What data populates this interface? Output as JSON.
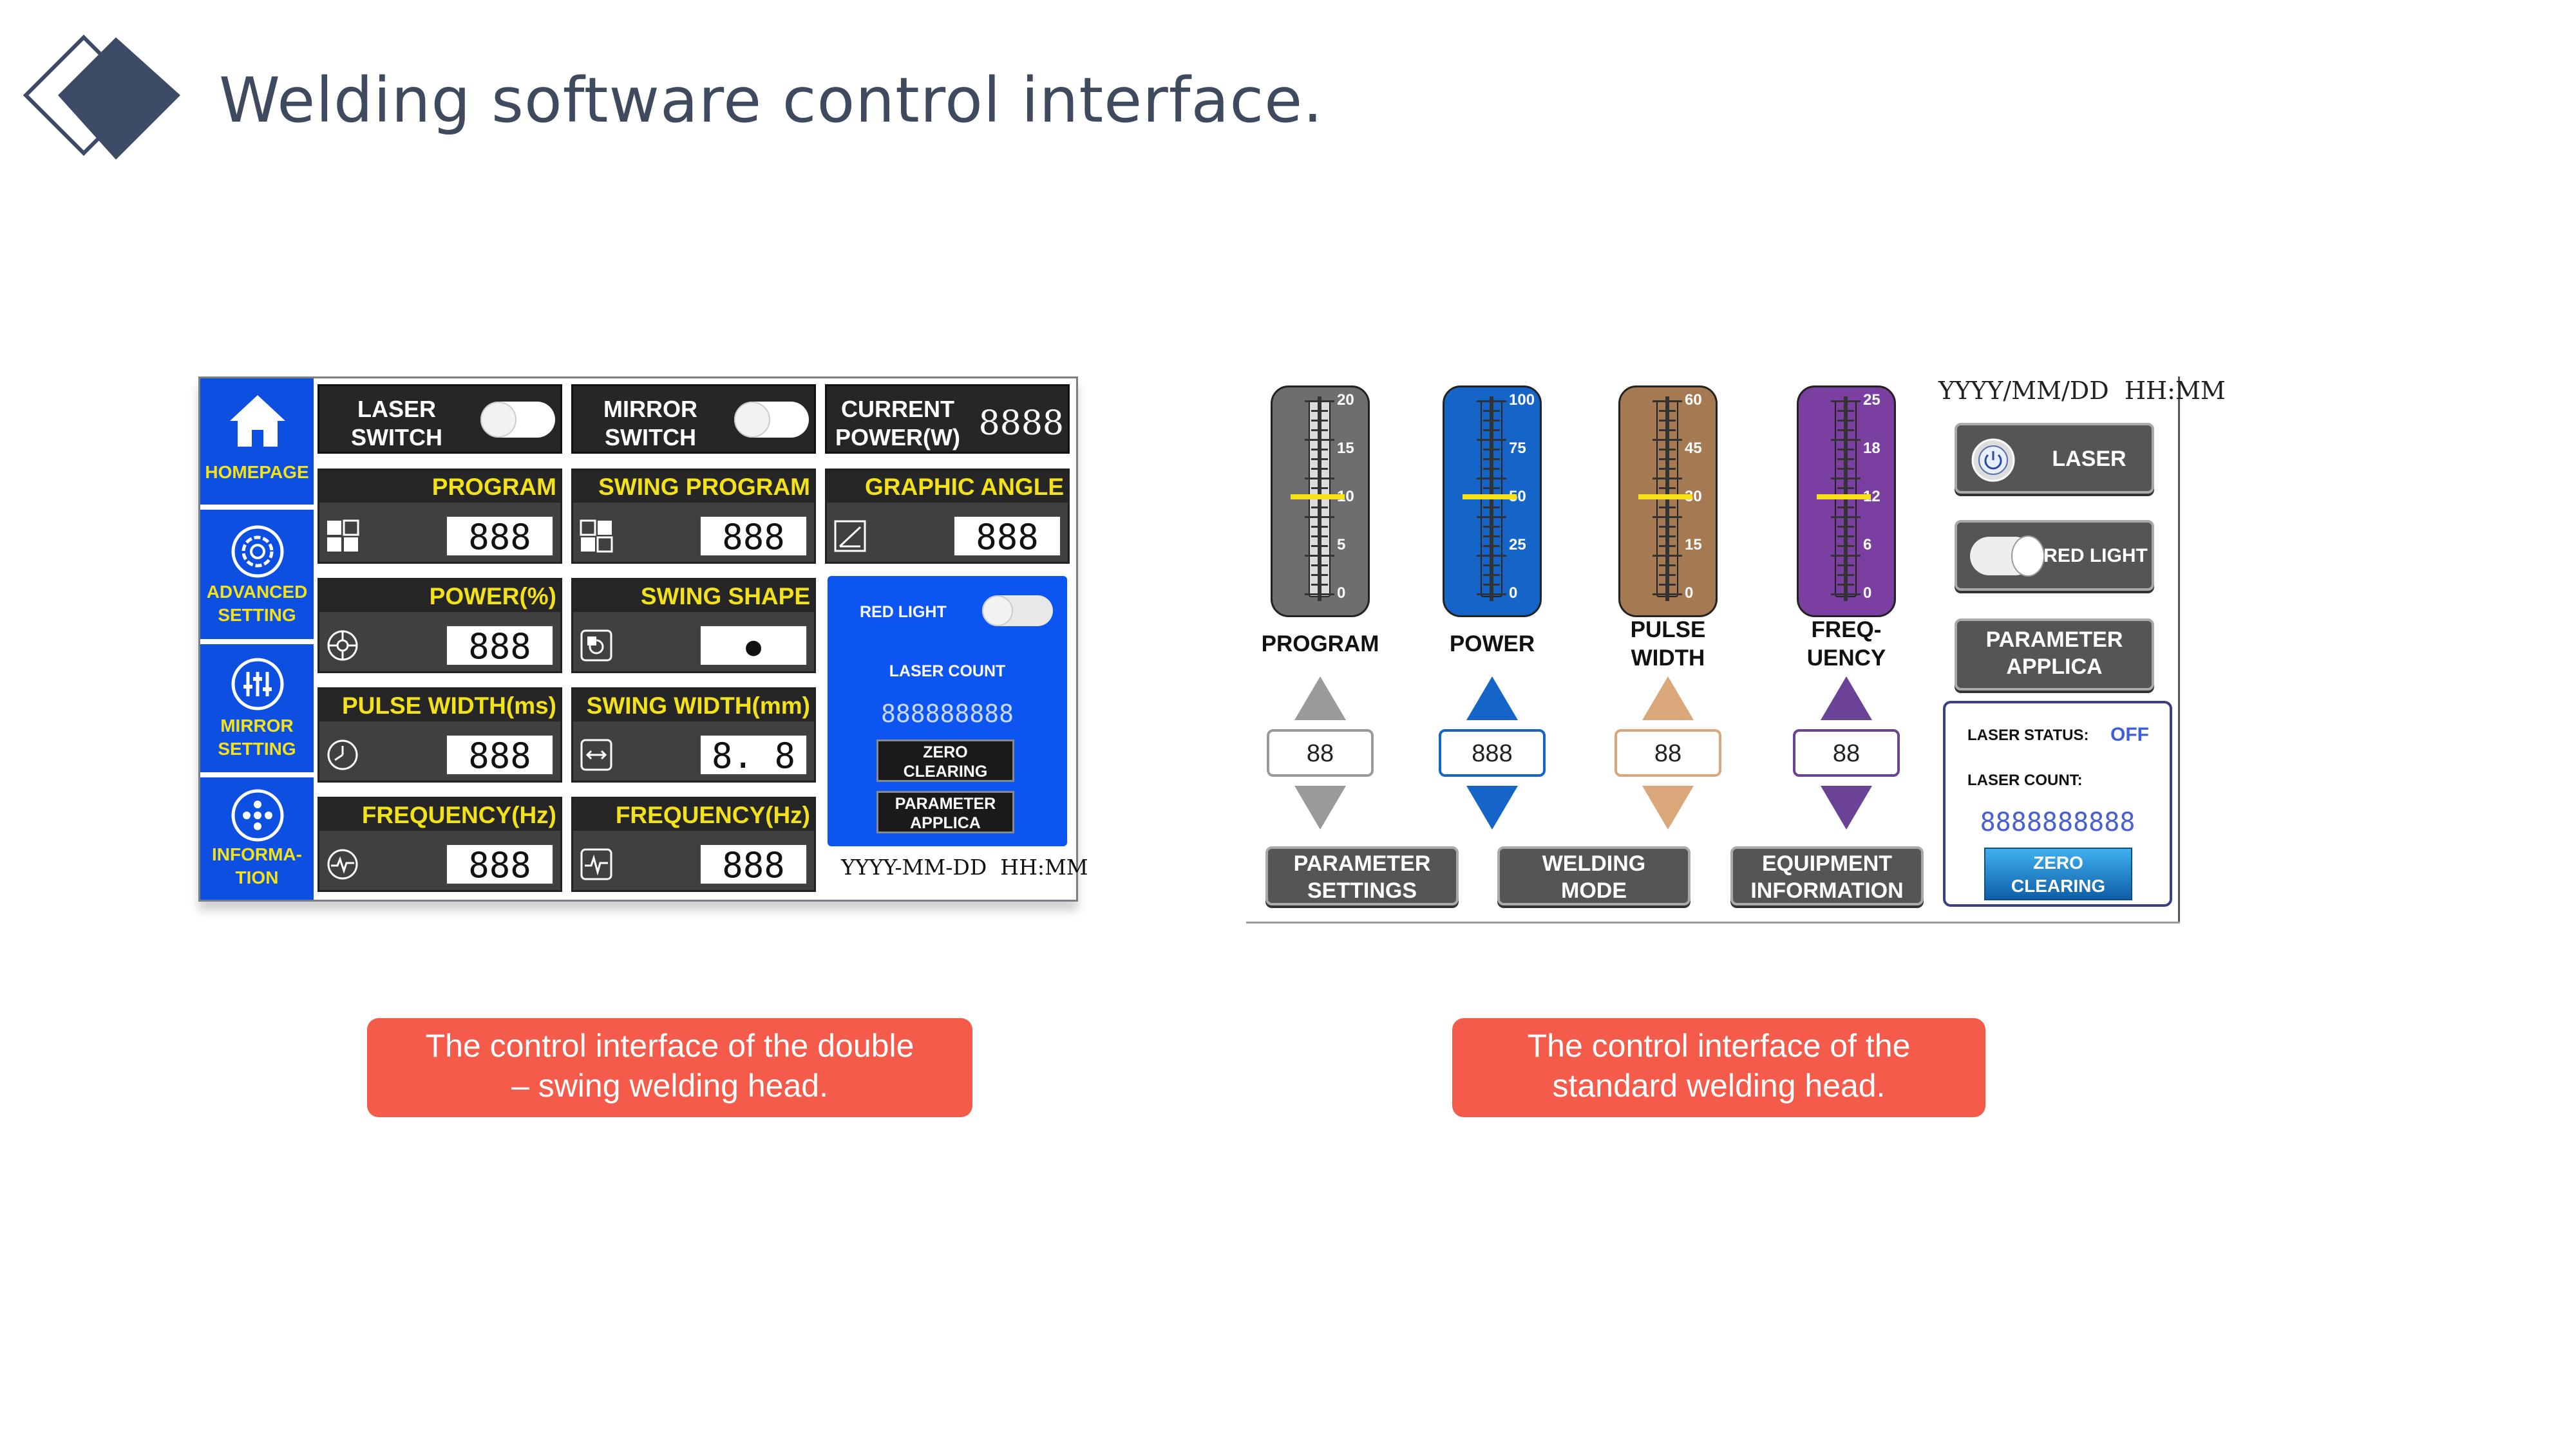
{
  "title": "Welding software control interface.",
  "left": {
    "sidebar": [
      {
        "label_1": "HOMEPAGE",
        "label_2": "",
        "icon": "home-icon"
      },
      {
        "label_1": "ADVANCED",
        "label_2": "SETTING",
        "icon": "gear-icon"
      },
      {
        "label_1": "MIRROR",
        "label_2": "SETTING",
        "icon": "sliders-icon"
      },
      {
        "label_1": "INFORMA-",
        "label_2": "TION",
        "icon": "info-dots-icon"
      }
    ],
    "laser_switch": {
      "line1": "LASER",
      "line2": "SWITCH"
    },
    "mirror_switch": {
      "line1": "MIRROR",
      "line2": "SWITCH"
    },
    "current_power": {
      "line1": "CURRENT",
      "line2": "POWER(W)",
      "value": "8888"
    },
    "tiles": {
      "program": {
        "label": "PROGRAM",
        "value": "888"
      },
      "swing_program": {
        "label": "SWING PROGRAM",
        "value": "888"
      },
      "graphic_angle": {
        "label": "GRAPHIC ANGLE",
        "value": "888"
      },
      "power": {
        "label": "POWER(%)",
        "value": "888"
      },
      "swing_shape": {
        "label": "SWING SHAPE",
        "value": "●"
      },
      "pulse_width": {
        "label": "PULSE WIDTH(ms)",
        "value": "888"
      },
      "swing_width": {
        "label": "SWING WIDTH(mm)",
        "value": "8. 8"
      },
      "frequency": {
        "label": "FREQUENCY(Hz)",
        "value": "888"
      },
      "swing_frequency": {
        "label": "FREQUENCY(Hz)",
        "value": "888"
      }
    },
    "blue_box": {
      "red_light": "RED LIGHT",
      "laser_count": "LASER COUNT",
      "count_value": "888888888",
      "zero_1": "ZERO",
      "zero_2": "CLEARING",
      "param_1": "PARAMETER",
      "param_2": "APPLICA"
    },
    "datetime": "YYYY-MM-DD  HH:MM",
    "caption_1": "The control interface of the double",
    "caption_2": "– swing welding head."
  },
  "right": {
    "datetime": "YYYY/MM/DD  HH:MM",
    "sliders": [
      {
        "label_1": "PROGRAM",
        "label_2": "",
        "ticks": [
          "20",
          "15",
          "10",
          "5",
          "0"
        ],
        "value": "88",
        "level": 0.5,
        "color": "#6e6e6e",
        "arrow": "#9a9a9a"
      },
      {
        "label_1": "POWER",
        "label_2": "",
        "ticks": [
          "100",
          "75",
          "50",
          "25",
          "0"
        ],
        "value": "888",
        "level": 0.5,
        "color": "#1565c8",
        "arrow": "#1565c8"
      },
      {
        "label_1": "PULSE",
        "label_2": "WIDTH",
        "ticks": [
          "60",
          "45",
          "30",
          "15",
          "0"
        ],
        "value": "88",
        "level": 0.5,
        "color": "#a57a52",
        "arrow": "#d9a77a"
      },
      {
        "label_1": "FREQ-",
        "label_2": "UENCY",
        "ticks": [
          "25",
          "18",
          "12",
          "6",
          "0"
        ],
        "value": "88",
        "level": 0.5,
        "color": "#7a3fa0",
        "arrow": "#6a4296"
      }
    ],
    "laser_btn": "LASER",
    "red_light_btn": "RED LIGHT",
    "param_1": "PARAMETER",
    "param_2": "APPLICA",
    "laser_status_label": "LASER STATUS:",
    "laser_status_value": "OFF",
    "laser_count_label": "LASER COUNT:",
    "laser_count_value": "8888888888",
    "zero_1": "ZERO",
    "zero_2": "CLEARING",
    "bottom_buttons": [
      {
        "line1": "PARAMETER",
        "line2": "SETTINGS"
      },
      {
        "line1": "WELDING",
        "line2": "MODE"
      },
      {
        "line1": "EQUIPMENT",
        "line2": "INFORMATION"
      }
    ],
    "caption_1": "The control interface of the",
    "caption_2": "standard welding head."
  }
}
